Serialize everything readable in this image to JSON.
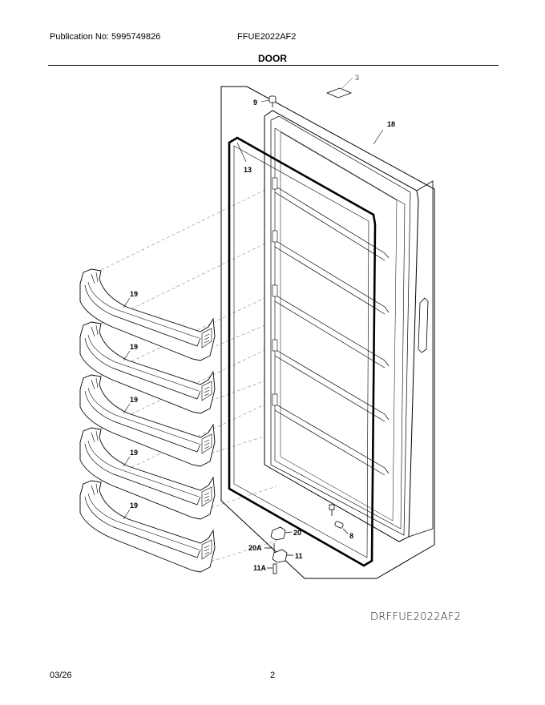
{
  "header": {
    "publication": "Publication No: 5995749826",
    "model": "FFUE2022AF2"
  },
  "section_title": "DOOR",
  "callouts": {
    "c3": "3",
    "c9": "9",
    "c18": "18",
    "c13": "13",
    "c19": "19",
    "c20": "20",
    "c20a": "20A",
    "c11": "11",
    "c11a": "11A",
    "c8": "8"
  },
  "drawing_code": "DRFFUE2022AF2",
  "footer": {
    "date": "03/26",
    "page": "2"
  }
}
